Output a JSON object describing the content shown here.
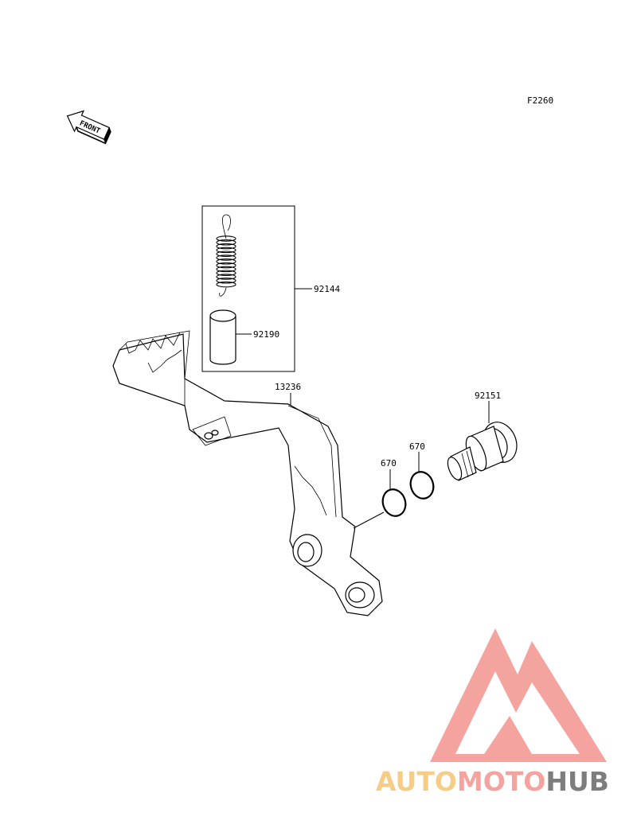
{
  "diagram": {
    "figure_code": "F2260",
    "front_label": "FRONT",
    "parts": [
      {
        "number": "92144"
      },
      {
        "number": "92190"
      },
      {
        "number": "13236"
      },
      {
        "number": "92151"
      },
      {
        "number": "670"
      },
      {
        "number": "670"
      }
    ]
  },
  "watermark": {
    "text_part1": "AUTO",
    "text_part2": "MOTO",
    "text_part3": "HUB",
    "colors": {
      "auto": "#f5c87a",
      "moto": "#f39a94",
      "hub": "#6f6f6f",
      "triangle": "#f39a94"
    }
  }
}
